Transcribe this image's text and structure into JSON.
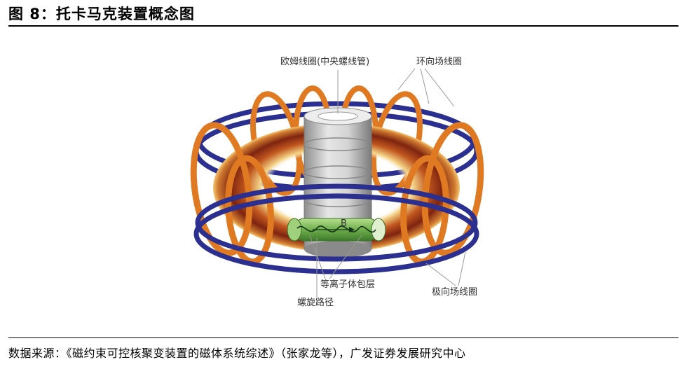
{
  "figure": {
    "title": "图 8：托卡马克装置概念图",
    "source": "数据来源：《磁约束可控核聚变装置的磁体系统综述》（张家龙等），广发证券发展研究中心"
  },
  "labels": {
    "ohmic_coil": "欧姆线圈(中央螺线管)",
    "toroidal_coil": "环向场线圈",
    "poloidal_coil": "极向场线圈",
    "plasma": "等离子体包层",
    "spiral_path": "螺旋路径",
    "field_b": "B"
  },
  "colors": {
    "poloidal_coil": "#2b2f8f",
    "toroidal_coil": "#e07a22",
    "plasma_core": "#8b2a10",
    "plasma_edge": "#f2c66a",
    "solenoid": "#c9c9c9",
    "plasma_tube": "#7cb95a"
  }
}
